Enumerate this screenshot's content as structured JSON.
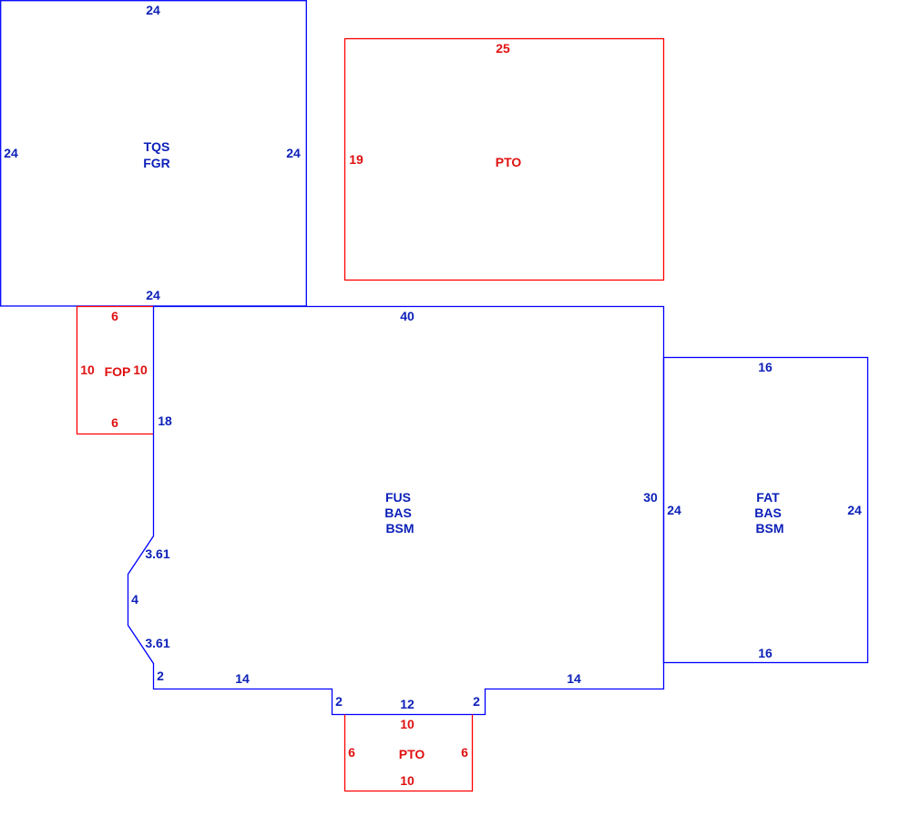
{
  "colors": {
    "blue": "#0000ff",
    "red": "#ff0000"
  },
  "garage": {
    "codes": [
      "TQS",
      "FGR"
    ],
    "dims": {
      "top": "24",
      "left": "24",
      "right": "24",
      "bottom": "24"
    }
  },
  "patio_top": {
    "code": "PTO",
    "dims": {
      "top": "25",
      "left": "19"
    }
  },
  "porch": {
    "code": "FOP",
    "dims": {
      "top": "6",
      "left": "10",
      "right": "10",
      "bottom": "6"
    }
  },
  "main": {
    "codes": [
      "FUS",
      "BAS",
      "BSM"
    ],
    "dims": {
      "top": "40",
      "left_upper": "18",
      "bevel_upper": "3.61",
      "bevel_side": "4",
      "bevel_lower": "3.61",
      "left_lower": "2",
      "bottom_left": "14",
      "notch_left": "2",
      "notch_bottom": "12",
      "notch_right": "2",
      "bottom_right": "14",
      "right": "30"
    }
  },
  "addition": {
    "codes": [
      "FAT",
      "BAS",
      "BSM"
    ],
    "dims": {
      "top": "16",
      "left": "24",
      "right": "24",
      "bottom": "16"
    }
  },
  "patio_bottom": {
    "code": "PTO",
    "dims": {
      "top": "10",
      "left": "6",
      "right": "6",
      "bottom": "10"
    }
  }
}
